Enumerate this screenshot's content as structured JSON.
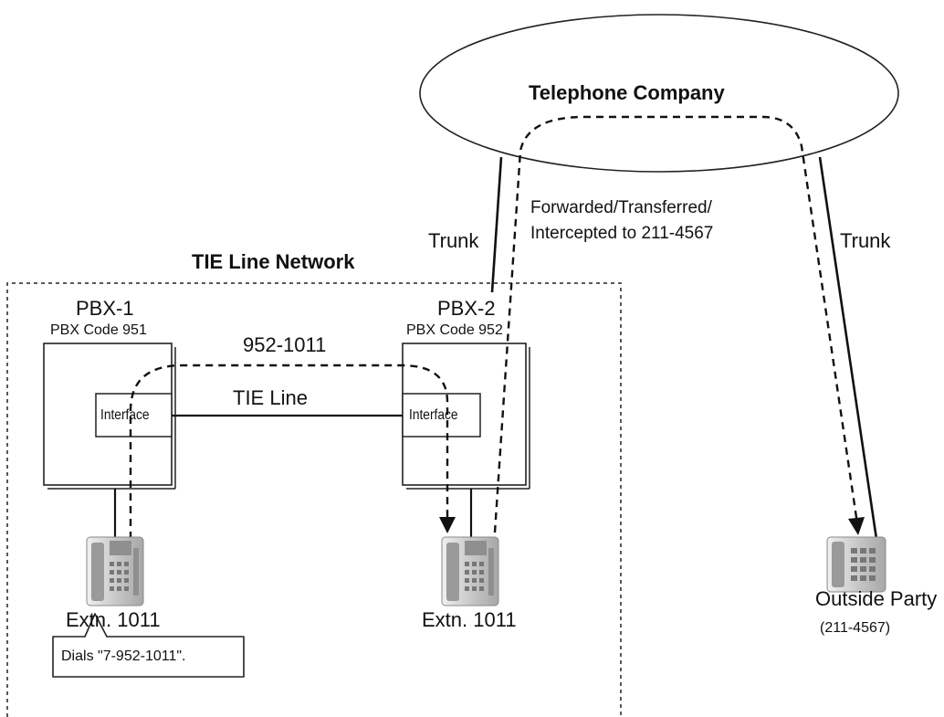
{
  "cloud_label": "Telephone Company",
  "network_label": "TIE Line Network",
  "forwarding": {
    "line1": "Forwarded/Transferred/",
    "line2": "Intercepted to 211-4567"
  },
  "pbx1": {
    "name": "PBX-1",
    "code": "PBX Code 951",
    "interface": "Interface"
  },
  "pbx2": {
    "name": "PBX-2",
    "code": "PBX Code 952",
    "interface": "Interface"
  },
  "tie_line_label": "TIE Line",
  "dialed_number": "952-1011",
  "trunk_left": "Trunk",
  "trunk_right": "Trunk",
  "ext_left": "Extn. 1011",
  "ext_right": "Extn. 1011",
  "outside": {
    "name": "Outside Party",
    "number": "(211-4567)"
  },
  "callout": "Dials \"7-952-1011\"."
}
